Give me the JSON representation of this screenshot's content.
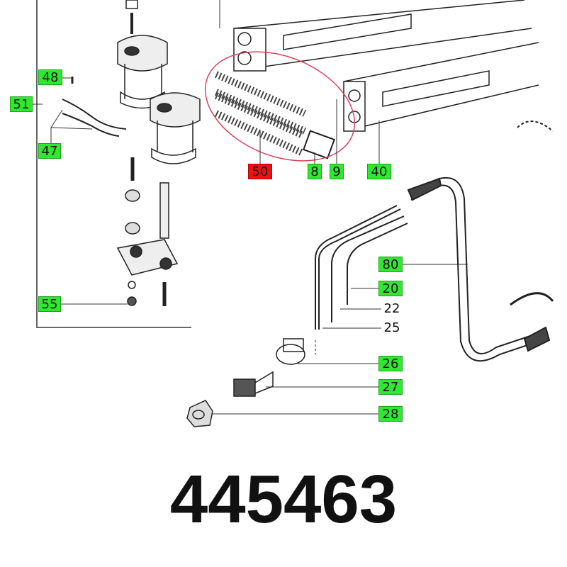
{
  "part_number": "445463",
  "callouts": {
    "c48": "48",
    "c51": "51",
    "c47": "47",
    "c55": "55",
    "c50": "50",
    "c8": "8",
    "c9": "9",
    "c40": "40",
    "c80": "80",
    "c20": "20",
    "c22": "22",
    "c25": "25",
    "c26": "26",
    "c27": "27",
    "c28": "28"
  },
  "colors": {
    "callout_green": "#2fe82f",
    "callout_highlight_red": "#ee1111",
    "highlight_ellipse": "#d9435a"
  }
}
